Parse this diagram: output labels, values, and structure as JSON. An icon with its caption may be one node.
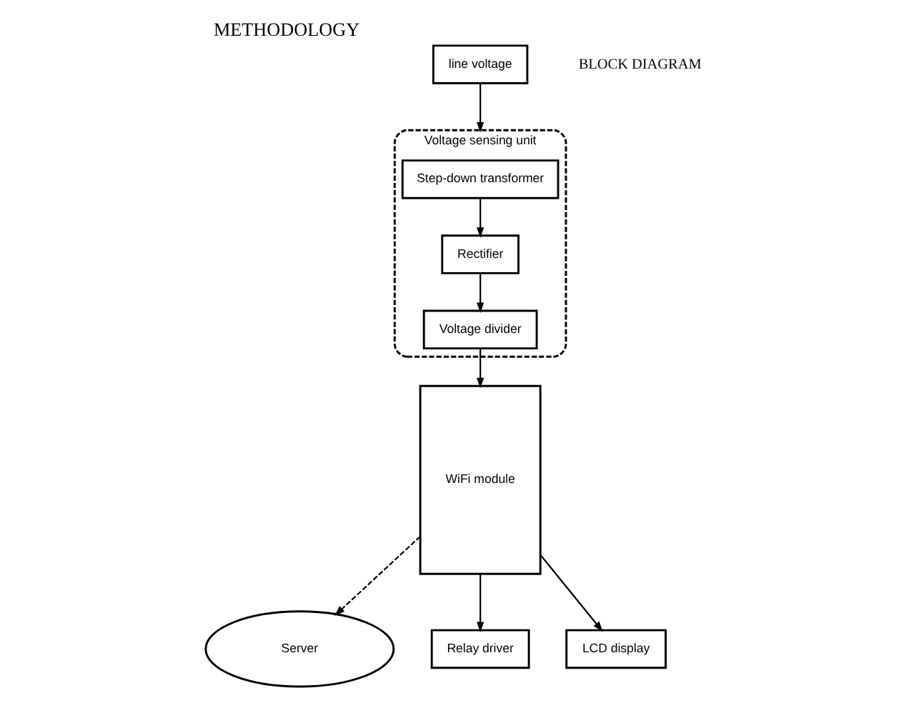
{
  "diagram": {
    "title": "METHODOLOGY",
    "nodes": [
      {
        "text": [
          "Server"
        ]
      },
      {
        "text": [
          "line voltage"
        ]
      },
      {
        "text": [
          "Voltage sensing unit"
        ]
      },
      {
        "text": [
          "Step-down transformer"
        ],
        "in": 2
      },
      {
        "text": [
          "Rectifier"
        ],
        "in": 2
      },
      {
        "text": [
          "Voltage divider"
        ],
        "in": 2
      },
      {
        "text": [
          "WiFi module"
        ]
      },
      {
        "text": [
          "Relay driver"
        ]
      },
      {
        "text": [
          "LCD display"
        ]
      }
    ],
    "edges": [
      {
        "from": 1,
        "to": 2,
        "arrow": "to"
      },
      {
        "from": 3,
        "to": 4,
        "arrow": "to"
      },
      {
        "from": 4,
        "to": 5,
        "arrow": "to"
      },
      {
        "from": 5,
        "to": 6,
        "arrow": "to"
      },
      {
        "from": 6,
        "to": 7,
        "arrow": "to"
      },
      {
        "from": 6,
        "to": 8,
        "arrow": "to"
      },
      {
        "from": 6,
        "to": 0,
        "arrow": "to",
        "style": "dashed"
      }
    ],
    "labels": [
      "BLOCK DIAGRAM"
    ]
  }
}
